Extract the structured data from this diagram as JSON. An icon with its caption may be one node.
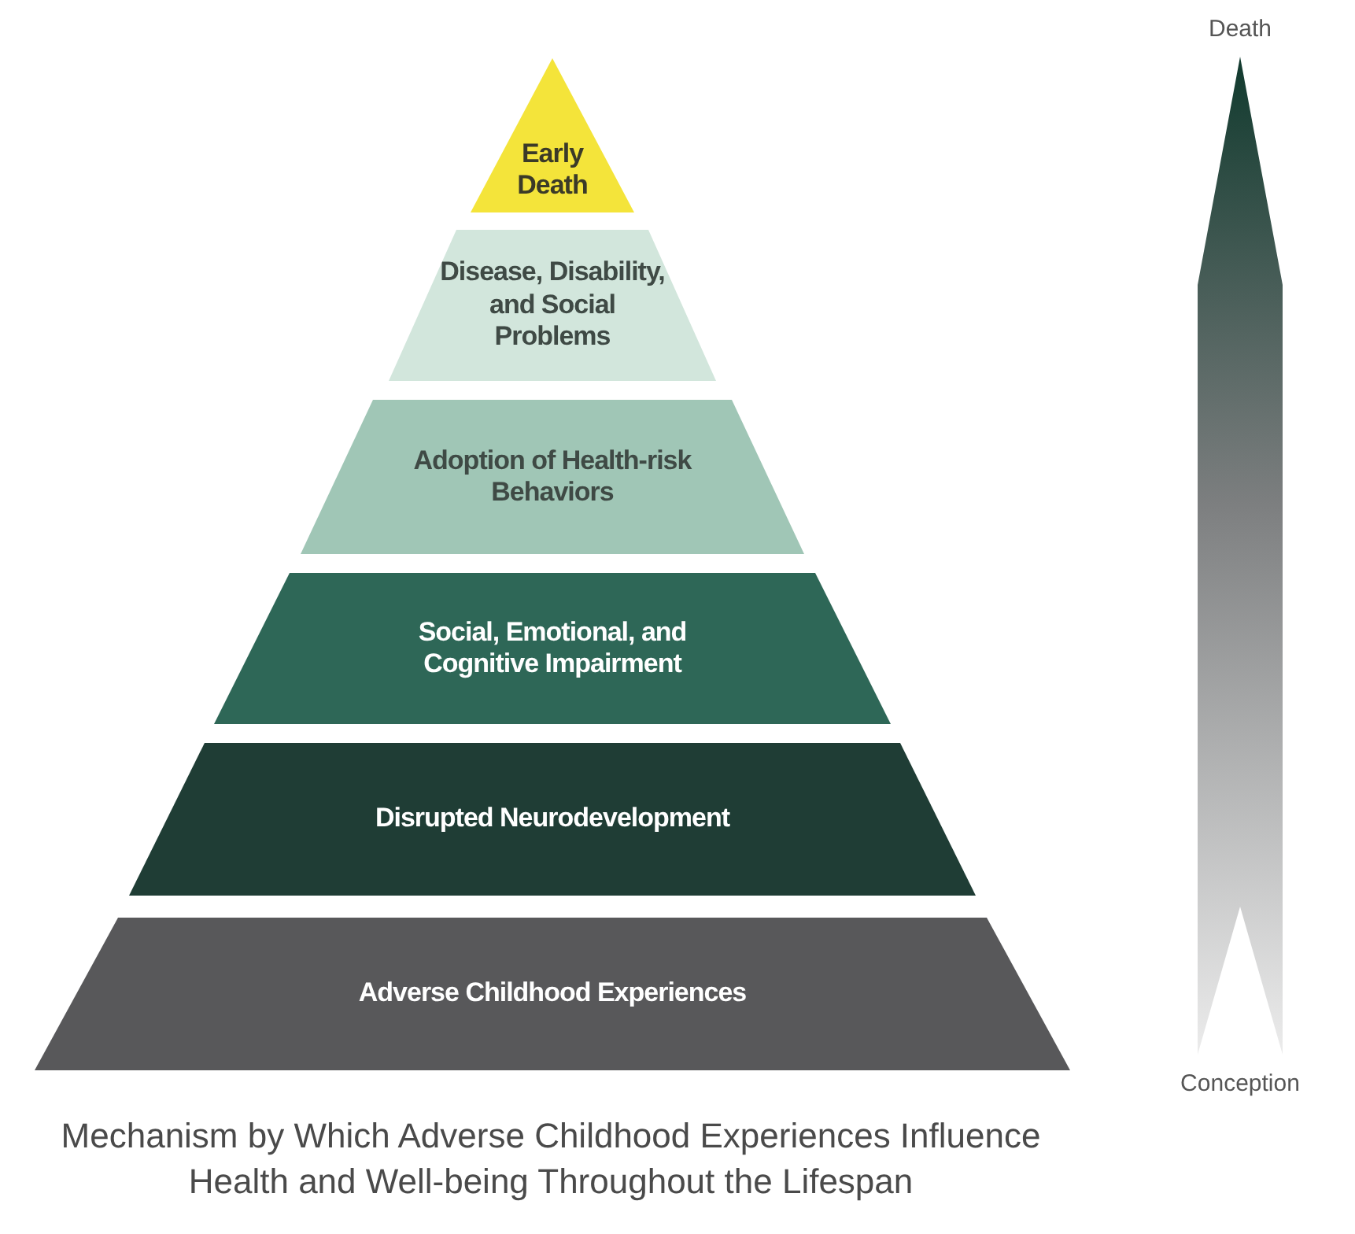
{
  "diagram": {
    "caption": "Mechanism by Which Adverse Childhood Experiences Influence Health and Well-being Throughout the Lifespan",
    "nodes": [
      {
        "text": [
          "Early Death"
        ]
      },
      {
        "text": [
          "Disease, Disability, and Social Problems"
        ]
      },
      {
        "text": [
          "Adoption of Health-risk Behaviors"
        ]
      },
      {
        "text": [
          "Social, Emotional, and Cognitive Impairment"
        ]
      },
      {
        "text": [
          "Disrupted Neurodevelopment"
        ]
      },
      {
        "text": [
          "Adverse Childhood Experiences"
        ]
      },
      {
        "text": [
          "Death"
        ]
      },
      {
        "text": [
          "Conception"
        ]
      }
    ],
    "edges": [
      {
        "from": 7,
        "to": 6,
        "arrow": "to"
      }
    ]
  }
}
